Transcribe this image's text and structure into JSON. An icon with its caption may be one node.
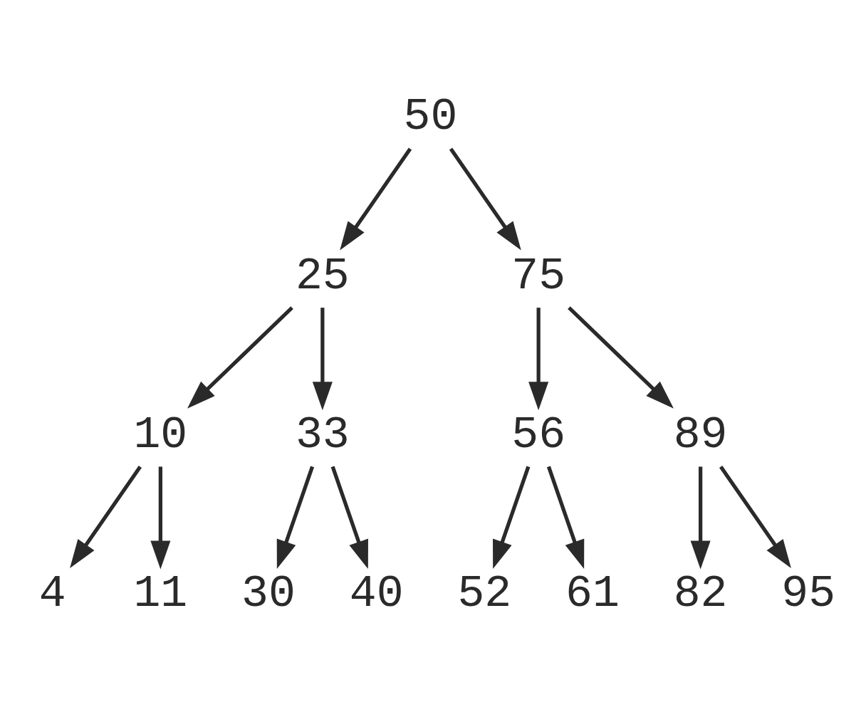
{
  "diagram": {
    "nodes": [
      {
        "text": [
          "50"
        ]
      },
      {
        "text": [
          "25"
        ]
      },
      {
        "text": [
          "75"
        ]
      },
      {
        "text": [
          "10"
        ]
      },
      {
        "text": [
          "33"
        ]
      },
      {
        "text": [
          "56"
        ]
      },
      {
        "text": [
          "89"
        ]
      },
      {
        "text": [
          "4"
        ]
      },
      {
        "text": [
          "11"
        ]
      },
      {
        "text": [
          "30"
        ]
      },
      {
        "text": [
          "40"
        ]
      },
      {
        "text": [
          "52"
        ]
      },
      {
        "text": [
          "61"
        ]
      },
      {
        "text": [
          "82"
        ]
      },
      {
        "text": [
          "95"
        ]
      }
    ],
    "edges": [
      {
        "from": 0,
        "to": 1,
        "arrow": "to"
      },
      {
        "from": 0,
        "to": 2,
        "arrow": "to"
      },
      {
        "from": 1,
        "to": 3,
        "arrow": "to"
      },
      {
        "from": 1,
        "to": 4,
        "arrow": "to"
      },
      {
        "from": 2,
        "to": 5,
        "arrow": "to"
      },
      {
        "from": 2,
        "to": 6,
        "arrow": "to"
      },
      {
        "from": 3,
        "to": 7,
        "arrow": "to"
      },
      {
        "from": 3,
        "to": 8,
        "arrow": "to"
      },
      {
        "from": 4,
        "to": 9,
        "arrow": "to"
      },
      {
        "from": 4,
        "to": 10,
        "arrow": "to"
      },
      {
        "from": 5,
        "to": 11,
        "arrow": "to"
      },
      {
        "from": 5,
        "to": 12,
        "arrow": "to"
      },
      {
        "from": 6,
        "to": 13,
        "arrow": "to"
      },
      {
        "from": 6,
        "to": 14,
        "arrow": "to"
      }
    ]
  }
}
